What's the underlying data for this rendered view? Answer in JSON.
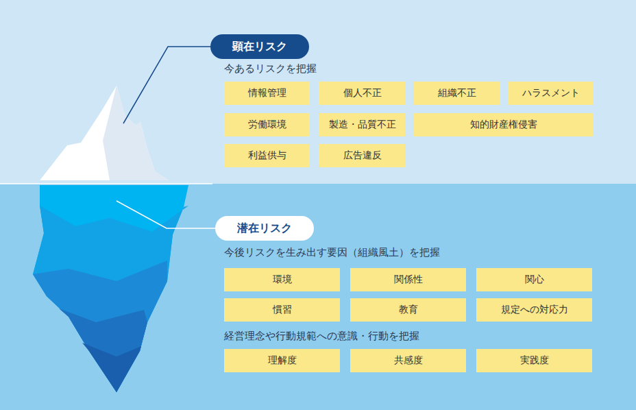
{
  "diagram": {
    "nodes": [
      {
        "text": [
          "顕在リスク"
        ]
      },
      {
        "text": [
          "情報管理"
        ]
      },
      {
        "text": [
          "個人不正"
        ]
      },
      {
        "text": [
          "組織不正"
        ]
      },
      {
        "text": [
          "ハラスメント"
        ]
      },
      {
        "text": [
          "労働環境"
        ]
      },
      {
        "text": [
          "製造・品質不正"
        ]
      },
      {
        "text": [
          "知的財産権侵害"
        ]
      },
      {
        "text": [
          "利益供与"
        ]
      },
      {
        "text": [
          "広告違反"
        ]
      },
      {
        "text": [
          "潜在リスク"
        ]
      },
      {
        "text": [
          "環境"
        ]
      },
      {
        "text": [
          "関係性"
        ]
      },
      {
        "text": [
          "関心"
        ]
      },
      {
        "text": [
          "慣習"
        ]
      },
      {
        "text": [
          "教育"
        ]
      },
      {
        "text": [
          "規定への対応力"
        ]
      },
      {
        "text": [
          "理解度"
        ]
      },
      {
        "text": [
          "共感度"
        ]
      },
      {
        "text": [
          "実践度"
        ]
      }
    ],
    "labels": [
      "今あるリスクを把握",
      "今後リスクを生み出す要因（組織風土）を把握",
      "経営理念や行動規範への意識・行動を把握"
    ]
  }
}
